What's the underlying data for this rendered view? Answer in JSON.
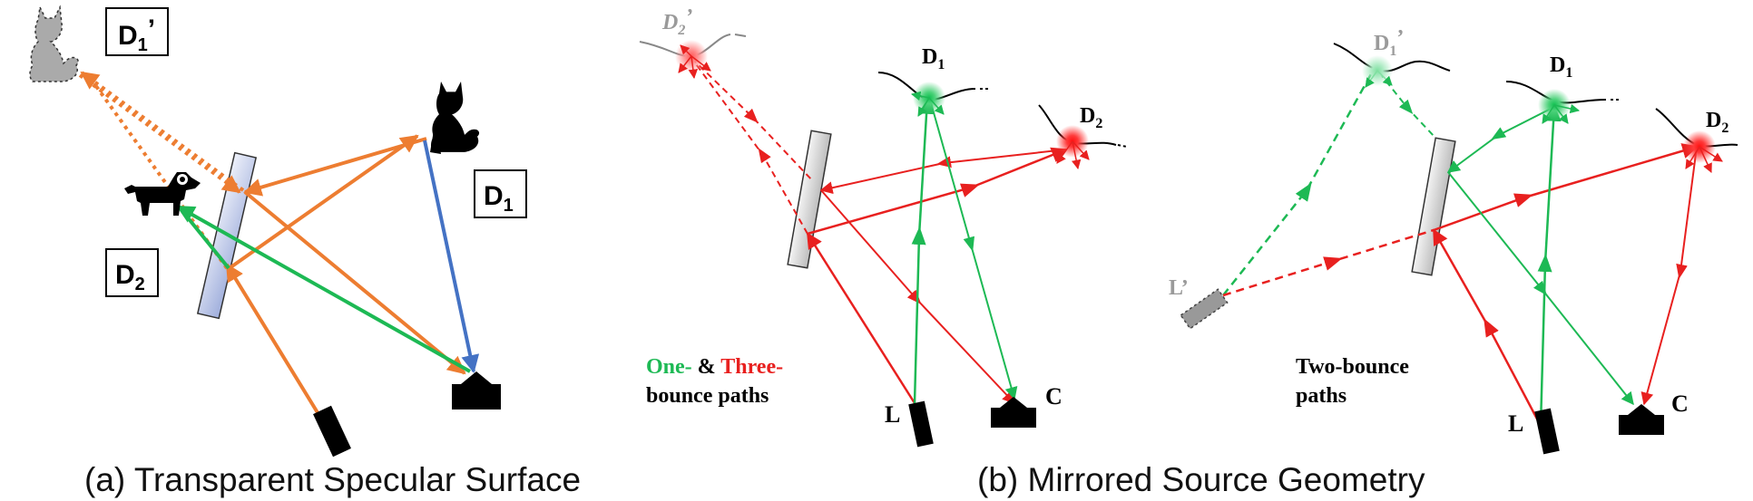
{
  "panel_a": {
    "caption": "(a) Transparent Specular Surface",
    "labels": {
      "d1_prime_main": "D",
      "d1_prime_sub": "1",
      "d1_prime_mark": "’",
      "d1_main": "D",
      "d1_sub": "1",
      "d2_main": "D",
      "d2_sub": "2"
    }
  },
  "panel_b": {
    "caption": "(b) Mirrored Source Geometry",
    "left": {
      "d2_prime_main": "D",
      "d2_prime_sub": "2",
      "d2_prime_mark": "’",
      "d1_main": "D",
      "d1_sub": "1",
      "d2_main": "D",
      "d2_sub": "2",
      "laser": "L",
      "camera": "C",
      "legend_green": "One-",
      "legend_amp": " & ",
      "legend_red": "Three-",
      "legend_line2": "bounce paths"
    },
    "right": {
      "d1_prime_main": "D",
      "d1_prime_sub": "1",
      "d1_prime_mark": "’",
      "d1_main": "D",
      "d1_sub": "1",
      "d2_main": "D",
      "d2_sub": "2",
      "l_prime": "L’",
      "laser": "L",
      "camera": "C",
      "legend_line1": "Two-bounce",
      "legend_line2": "paths"
    }
  },
  "colors": {
    "orange": "#ED7D31",
    "green": "#1DB954",
    "blue": "#4472C4",
    "red": "#E8201F",
    "gray": "#9A9A9A"
  },
  "icons": {
    "cat": "cat-silhouette-icon",
    "dog": "dog-silhouette-icon",
    "laser": "laser-emitter-icon",
    "camera": "camera-icon"
  }
}
